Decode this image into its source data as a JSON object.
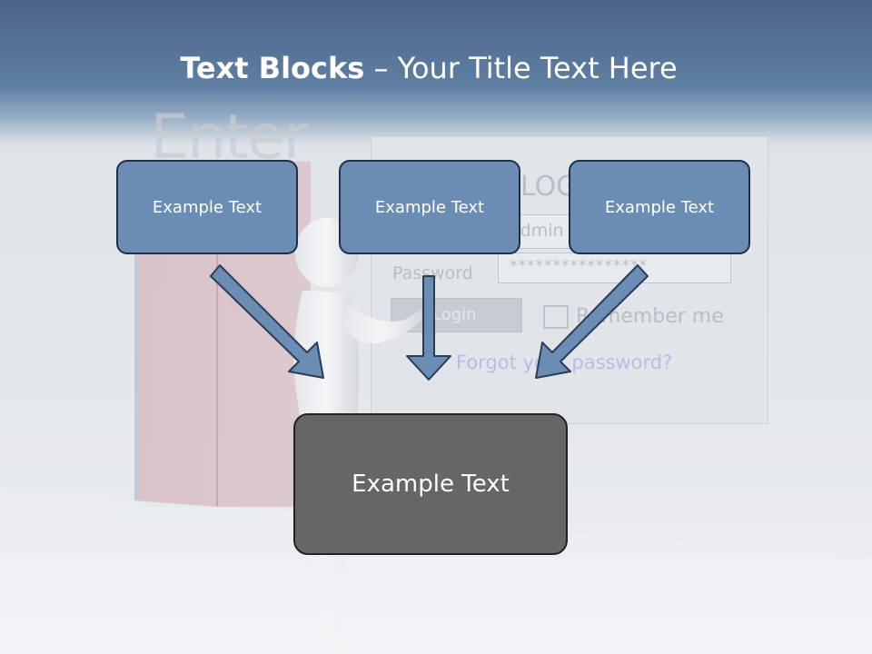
{
  "title": {
    "bold": "Text Blocks",
    "separator": "–",
    "rest": "Your Title Text Here"
  },
  "boxes": {
    "box_1": "Example Text",
    "box_2": "Example Text",
    "box_3": "Example Text",
    "box_center": "Example Text"
  },
  "background_scene": {
    "wall_word": "Enter",
    "login_title": "LOG",
    "username_value": "admin",
    "password_label": "Password",
    "password_mask": "****************",
    "login_button": "Login",
    "remember_label": "Remember me",
    "forgot_link": "Forgot your password?"
  },
  "colors": {
    "header": "#5f7fa3",
    "small_box_fill": "#6b8db3",
    "small_box_border": "#1f2f45",
    "big_box_fill": "#666666",
    "arrow_fill": "#6b8db3"
  }
}
